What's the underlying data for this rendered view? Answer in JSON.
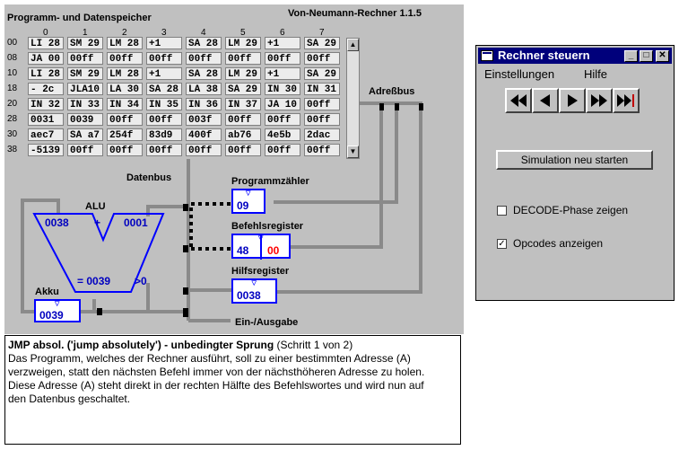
{
  "simulator": {
    "memory_title": "Programm- und Datenspeicher",
    "app_title": "Von-Neumann-Rechner 1.1.5",
    "column_headers": [
      "0",
      "1",
      "2",
      "3",
      "4",
      "5",
      "6",
      "7"
    ],
    "row_addresses": [
      "00",
      "08",
      "10",
      "18",
      "20",
      "28",
      "30",
      "38"
    ],
    "memory": [
      [
        "LI 28",
        "SM 29",
        "LM 28",
        "+1",
        "SA 28",
        "LM 29",
        "+1",
        "SA 29"
      ],
      [
        "JA 00",
        "00ff",
        "00ff",
        "00ff",
        "00ff",
        "00ff",
        "00ff",
        "00ff"
      ],
      [
        "LI 28",
        "SM 29",
        "LM 28",
        "+1",
        "SA 28",
        "LM 29",
        "+1",
        "SA 29"
      ],
      [
        "- 2c",
        "JLA10",
        "LA 30",
        "SA 28",
        "LA 38",
        "SA 29",
        "IN 30",
        "IN 31"
      ],
      [
        "IN 32",
        "IN 33",
        "IN 34",
        "IN 35",
        "IN 36",
        "IN 37",
        "JA 10",
        "00ff"
      ],
      [
        "0031",
        "0039",
        "00ff",
        "00ff",
        "003f",
        "00ff",
        "00ff",
        "00ff"
      ],
      [
        "aec7",
        "SA a7",
        "254f",
        "83d9",
        "400f",
        "ab76",
        "4e5b",
        "2dac"
      ],
      [
        "-5139",
        "00ff",
        "00ff",
        "00ff",
        "00ff",
        "00ff",
        "00ff",
        "00ff"
      ]
    ],
    "labels": {
      "adressbus": "Adreßbus",
      "datenbus": "Datenbus",
      "alu": "ALU",
      "akku": "Akku",
      "programmzaehler": "Programmzähler",
      "befehlsregister": "Befehlsregister",
      "hilfsregister": "Hilfsregister",
      "ein_ausgabe": "Ein-/Ausgabe"
    },
    "alu": {
      "left_input": "0038",
      "operator": "+",
      "right_input": "0001",
      "result": "= 0039",
      "flag": ">0"
    },
    "registers": {
      "programmzaehler": "09",
      "befehlsregister_opcode": "48",
      "befehlsregister_address": "00",
      "hilfsregister": "0038",
      "akku": "0039"
    }
  },
  "description": {
    "title": "JMP absol. ('jump absolutely') - unbedingter Sprung",
    "step": "(Schritt 1 von 2)",
    "line1": "Das Programm, welches der Rechner ausführt, soll zu einer bestimmten Adresse (A)",
    "line2": "verzweigen, statt den nächsten Befehl immer von der nächsthöheren Adresse zu holen.",
    "line3": "Diese Adresse (A) steht direkt in der rechten Hälfte des Befehlswortes und wird nun auf",
    "line4": "den Datenbus geschaltet."
  },
  "control_window": {
    "title": "Rechner steuern",
    "menu": [
      "Einstellungen",
      "Hilfe"
    ],
    "restart_button": "Simulation neu starten",
    "checkbox_decode": "DECODE-Phase zeigen",
    "checkbox_decode_checked": false,
    "checkbox_opcodes": "Opcodes anzeigen",
    "checkbox_opcodes_checked": true,
    "toolbar_icons": [
      "rewind-icon",
      "step-back-icon",
      "play-icon",
      "fast-forward-icon",
      "run-to-end-icon"
    ]
  },
  "colors": {
    "register_border": "#0000ff",
    "register_text": "#0000c0",
    "highlight_red": "#ff0000",
    "bus_gray": "#808080",
    "titlebar": "#00007b"
  }
}
